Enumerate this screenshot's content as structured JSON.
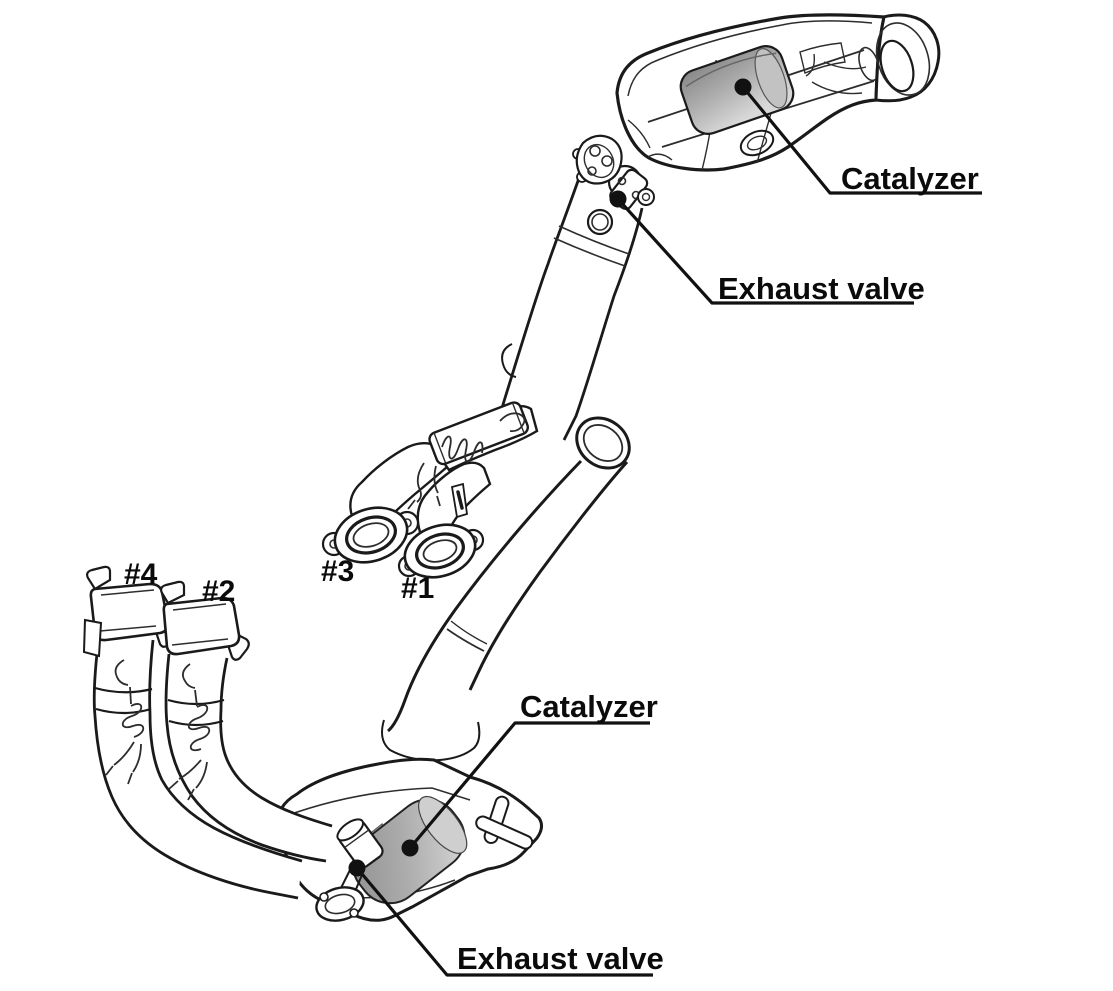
{
  "diagram": {
    "background_color": "#ffffff",
    "line_color": "#1a1a1a",
    "catalyzer_fill_color": "#a8a8a8",
    "callouts": [
      {
        "id": "catalyzer-top",
        "label": "Catalyzer"
      },
      {
        "id": "exhaust-valve-top",
        "label": "Exhaust valve"
      },
      {
        "id": "catalyzer-lower",
        "label": "Catalyzer"
      },
      {
        "id": "exhaust-valve-lower",
        "label": "Exhaust valve"
      }
    ],
    "pipe_labels": [
      {
        "id": "cylinder-4",
        "label": "#4"
      },
      {
        "id": "cylinder-2",
        "label": "#2"
      },
      {
        "id": "cylinder-3",
        "label": "#3"
      },
      {
        "id": "cylinder-1",
        "label": "#1"
      }
    ]
  }
}
